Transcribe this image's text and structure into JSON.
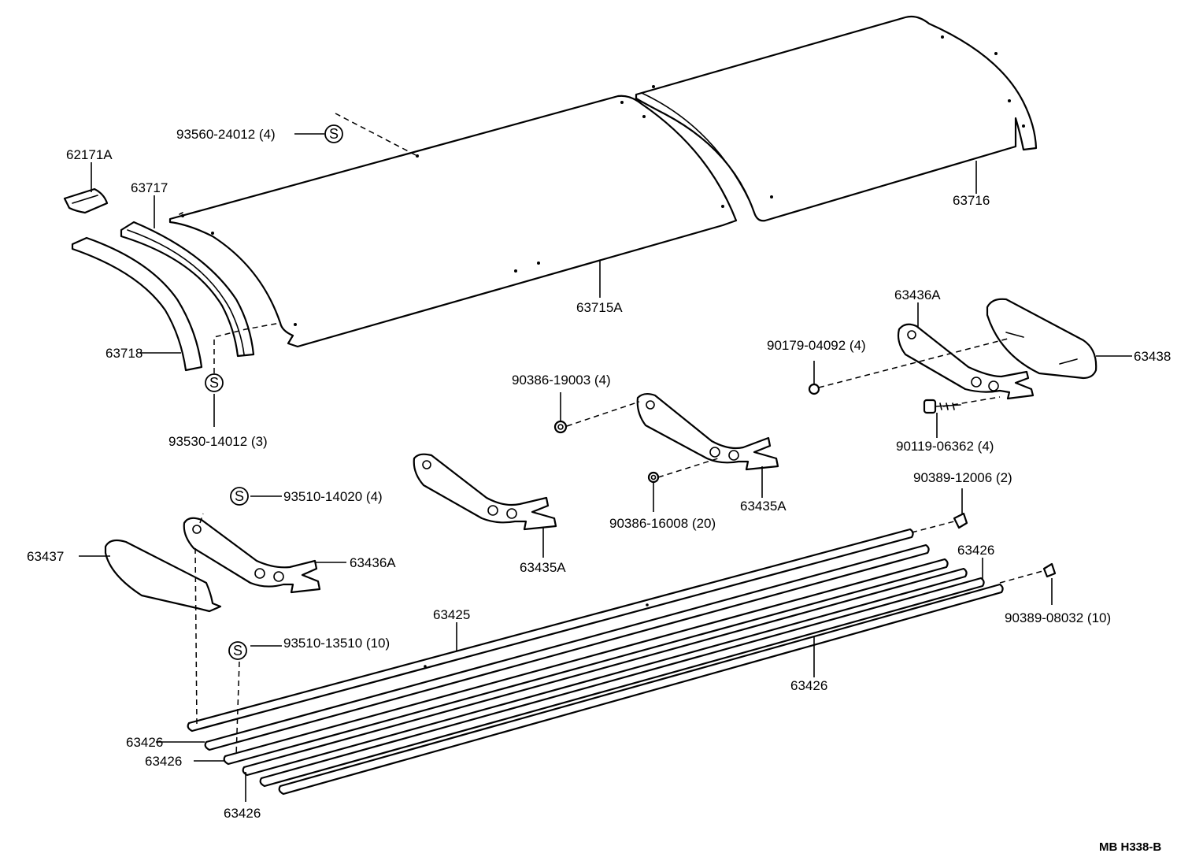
{
  "labels": {
    "p62171A": "62171A",
    "p93560": "93560-24012 (4)",
    "p63717": "63717",
    "p63718": "63718",
    "p63715A": "63715A",
    "p63716": "63716",
    "p93530": "93530-14012 (3)",
    "p63436A_top": "63436A",
    "p90179": "90179-04092 (4)",
    "p63438": "63438",
    "p90386_19003": "90386-19003 (4)",
    "p90119": "90119-06362 (4)",
    "p90389_12006": "90389-12006 (2)",
    "p93510_14020": "93510-14020 (4)",
    "p63435A_mid": "63435A",
    "p90386_16008": "90386-16008 (20)",
    "p63435A_low": "63435A",
    "p63437": "63437",
    "p63436A_low": "63436A",
    "p63426_right_top": "63426",
    "p90389_08032": "90389-08032 (10)",
    "p63425": "63425",
    "p93510_13510": "93510-13510 (10)",
    "p63426_right_mid": "63426",
    "p63426_left_a": "63426",
    "p63426_left_b": "63426",
    "p63426_left_c": "63426"
  },
  "symbols": {
    "s": "S"
  },
  "diagram_code": "MB H338-B"
}
